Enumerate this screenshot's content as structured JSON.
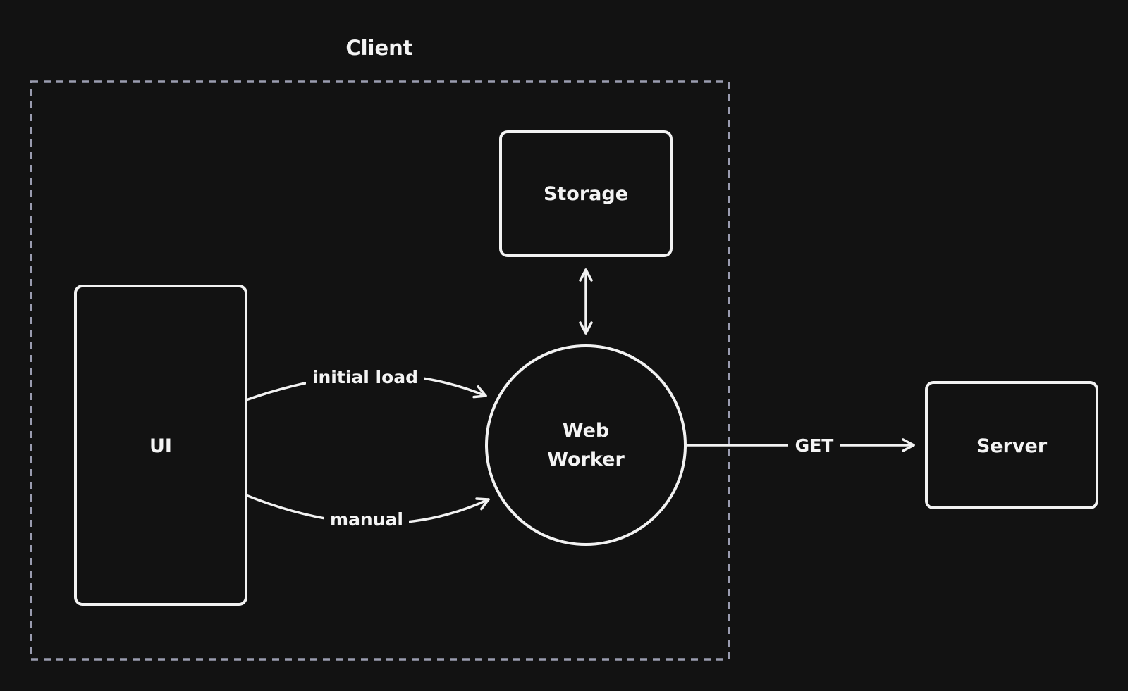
{
  "group": {
    "label": "Client",
    "border_color": "#9a9cb0"
  },
  "nodes": {
    "storage": "Storage",
    "ui": "UI",
    "web_worker_line1": "Web",
    "web_worker_line2": "Worker",
    "server": "Server"
  },
  "edges": {
    "initial_load": "initial load",
    "manual": "manual",
    "get": "GET"
  },
  "colors": {
    "background": "#121212",
    "stroke": "#f2f2f2",
    "text": "#f4f4f4"
  }
}
